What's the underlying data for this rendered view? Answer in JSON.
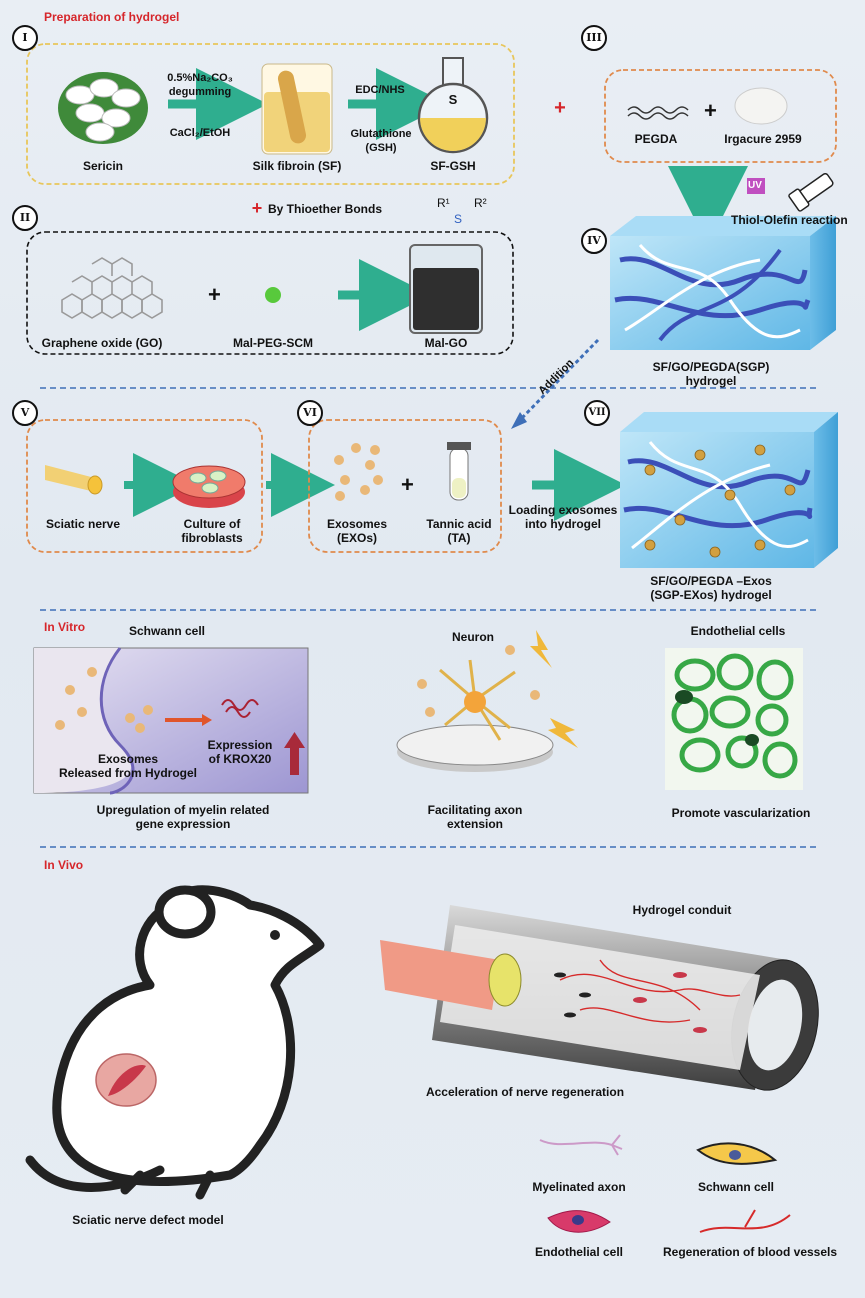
{
  "section_titles": {
    "preparation": "Preparation of hydrogel",
    "in_vitro": "In Vitro",
    "in_vivo": "In Vivo"
  },
  "roman": {
    "i": "I",
    "ii": "II",
    "iii": "III",
    "iv": "IV",
    "v": "V",
    "vi": "VI",
    "vii": "VII"
  },
  "step1": {
    "sericin": "Sericin",
    "arrow1_top": "0.5%Na₂CO₃",
    "arrow1_top2": "degumming",
    "arrow1_bottom": "CaCl₂/EtOH",
    "silk_fibroin": "Silk fibroin (SF)",
    "arrow2_top": "EDC/NHS",
    "arrow2_bottom1": "Glutathione",
    "arrow2_bottom2": "(GSH)",
    "sf_gsh": "SF-GSH",
    "flask_letter": "S"
  },
  "thioether": {
    "label": "By Thioether Bonds",
    "r1": "R¹",
    "r2": "R²",
    "s": "S"
  },
  "step2": {
    "go": "Graphene oxide (GO)",
    "mal_peg": "Mal-PEG-SCM",
    "mal_go": "Mal-GO"
  },
  "step3": {
    "pegda": "PEGDA",
    "irgacure": "Irgacure 2959",
    "uv": "UV",
    "reaction": "Thiol-Olefin reaction"
  },
  "step4": {
    "label1": "SF/GO/PEGDA(SGP)",
    "label2": "hydrogel",
    "addition": "Addition"
  },
  "step5": {
    "nerve": "Sciatic nerve",
    "culture1": "Culture of",
    "culture2": "fibroblasts"
  },
  "step6": {
    "exo1": "Exosomes",
    "exo2": "(EXOs)",
    "ta1": "Tannic acid",
    "ta2": "(TA)",
    "loading1": "Loading exosomes",
    "loading2": "into hydrogel"
  },
  "step7": {
    "label1": "SF/GO/PEGDA –Exos",
    "label2": "(SGP-EXos) hydrogel"
  },
  "invitro": {
    "schwann_title": "Schwann cell",
    "exosomes": "Exosomes",
    "released": "Released from Hydrogel",
    "expression1": "Expression",
    "expression2": "of KROX20",
    "upreg1": "Upregulation of myelin related",
    "upreg2": "gene expression",
    "neuron_title": "Neuron",
    "axon1": "Facilitating axon",
    "axon2": "extension",
    "endo_title": "Endothelial cells",
    "vasc": "Promote vascularization"
  },
  "invivo": {
    "conduit": "Hydrogel conduit",
    "accel": "Acceleration of nerve regeneration",
    "model": "Sciatic nerve defect model",
    "legend": {
      "myelinated": "Myelinated axon",
      "schwann": "Schwann cell",
      "endothelial": "Endothelial cell",
      "vessels": "Regeneration of blood vessels"
    }
  },
  "colors": {
    "title_red": "#d6262b",
    "arrow_green": "#2fae8f",
    "box_orange": "#e08a4c",
    "box_yellow": "#e8c65a",
    "divider_blue": "#3e6fb8",
    "exosome": "#e9b878",
    "hydrogel_blue": "#7cc6ec",
    "uv_purple": "#c04fc0"
  }
}
